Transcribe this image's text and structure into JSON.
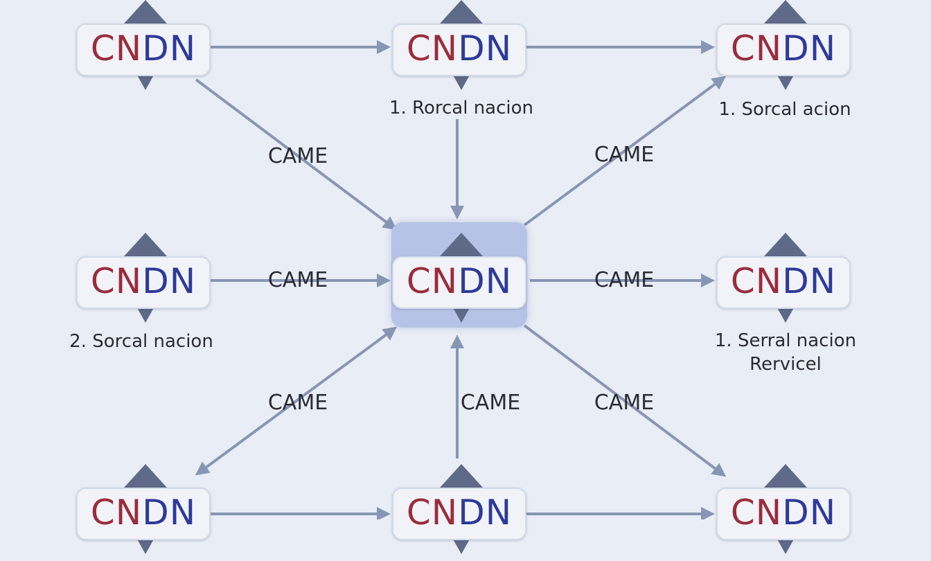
{
  "diagram": {
    "nodes": [
      {
        "id": "top-left",
        "logo_part1": "CN",
        "logo_part2": "DN"
      },
      {
        "id": "top-center",
        "logo_part1": "CN",
        "logo_part2": "DN"
      },
      {
        "id": "top-right",
        "logo_part1": "CN",
        "logo_part2": "DN"
      },
      {
        "id": "middle-left",
        "logo_part1": "CN",
        "logo_part2": "DN"
      },
      {
        "id": "center",
        "logo_part1": "CN",
        "logo_part2": "DN"
      },
      {
        "id": "middle-right",
        "logo_part1": "CN",
        "logo_part2": "DN"
      },
      {
        "id": "bottom-left",
        "logo_part1": "CN",
        "logo_part2": "DN"
      },
      {
        "id": "bottom-center",
        "logo_part1": "CN",
        "logo_part2": "DN"
      },
      {
        "id": "bottom-right",
        "logo_part1": "CN",
        "logo_part2": "DN"
      }
    ],
    "captions": {
      "top_center": "1. Rorcal nacion",
      "top_right": "1. Sorcal acion",
      "middle_left": "2. Sorcal nacion",
      "middle_right_line1": "1. Serral nacion",
      "middle_right_line2": "Rervicel"
    },
    "edge_labels": {
      "top_left_to_center": "CAME",
      "center_to_top_right": "CAME",
      "middle_left_to_center": "CAME",
      "center_to_middle_right": "CAME",
      "center_to_bottom_left": "CAME",
      "bottom_center_to_center": "CAME",
      "center_to_bottom_right": "CAME"
    },
    "colors": {
      "background": "#e9edf5",
      "arrow": "#8796b4",
      "logo_red": "#9a2c3c",
      "logo_blue": "#2d3a97",
      "diamond": "#5e6a88",
      "center_highlight": "#b6c3e6"
    }
  }
}
